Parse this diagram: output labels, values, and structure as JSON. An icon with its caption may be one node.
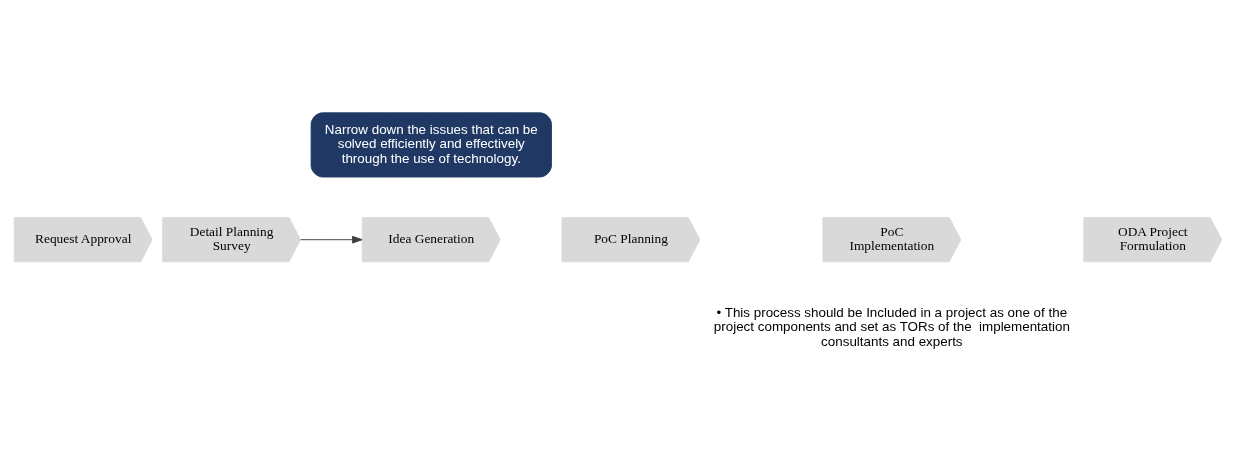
{
  "diagram": {
    "nodes": [
      {
        "text": [
          "Request Approval"
        ]
      },
      {
        "text": [
          "Detail Planning Survey"
        ]
      },
      {
        "text": [
          "Narrow down the issues that can be solved efficiently and effectively through the use of technology."
        ]
      },
      {
        "text": [
          "Idea Generation"
        ]
      },
      {
        "text": [
          "PoC Planning"
        ]
      },
      {
        "text": [
          "PoC Implementation"
        ]
      },
      {
        "text": [
          "ODA Project Formulation"
        ]
      }
    ],
    "edges": [
      {
        "from": 1,
        "to": 3,
        "arrow": "to"
      }
    ],
    "labels": [
      "• This process should be Included in a project as one of the project components and set as TORs of the  implementation consultants and experts"
    ]
  }
}
